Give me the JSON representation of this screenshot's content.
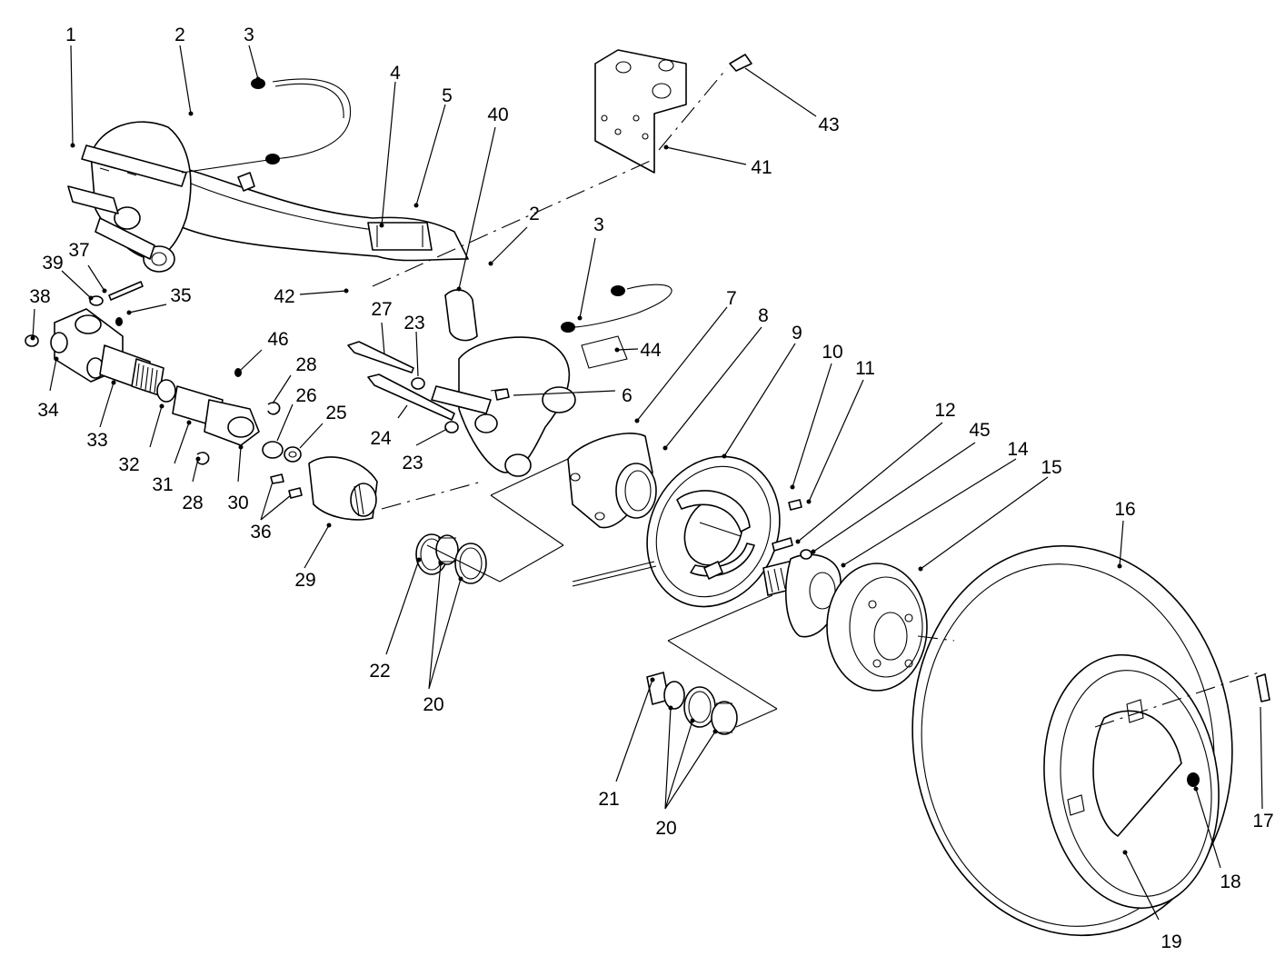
{
  "callouts": [
    {
      "id": "c1",
      "label": "1"
    },
    {
      "id": "c2a",
      "label": "2"
    },
    {
      "id": "c3a",
      "label": "3"
    },
    {
      "id": "c4",
      "label": "4"
    },
    {
      "id": "c5",
      "label": "5"
    },
    {
      "id": "c40",
      "label": "40"
    },
    {
      "id": "c43",
      "label": "43"
    },
    {
      "id": "c41",
      "label": "41"
    },
    {
      "id": "c2b",
      "label": "2"
    },
    {
      "id": "c3b",
      "label": "3"
    },
    {
      "id": "c42",
      "label": "42"
    },
    {
      "id": "c37",
      "label": "37"
    },
    {
      "id": "c39",
      "label": "39"
    },
    {
      "id": "c38",
      "label": "38"
    },
    {
      "id": "c35",
      "label": "35"
    },
    {
      "id": "c34",
      "label": "34"
    },
    {
      "id": "c33",
      "label": "33"
    },
    {
      "id": "c32",
      "label": "32"
    },
    {
      "id": "c31",
      "label": "31"
    },
    {
      "id": "c28a",
      "label": "28"
    },
    {
      "id": "c30",
      "label": "30"
    },
    {
      "id": "c46",
      "label": "46"
    },
    {
      "id": "c28b",
      "label": "28"
    },
    {
      "id": "c26",
      "label": "26"
    },
    {
      "id": "c25",
      "label": "25"
    },
    {
      "id": "c36",
      "label": "36"
    },
    {
      "id": "c29",
      "label": "29"
    },
    {
      "id": "c27",
      "label": "27"
    },
    {
      "id": "c23a",
      "label": "23"
    },
    {
      "id": "c24",
      "label": "24"
    },
    {
      "id": "c23b",
      "label": "23"
    },
    {
      "id": "c44",
      "label": "44"
    },
    {
      "id": "c6",
      "label": "6"
    },
    {
      "id": "c7",
      "label": "7"
    },
    {
      "id": "c8",
      "label": "8"
    },
    {
      "id": "c9",
      "label": "9"
    },
    {
      "id": "c10",
      "label": "10"
    },
    {
      "id": "c11",
      "label": "11"
    },
    {
      "id": "c12",
      "label": "12"
    },
    {
      "id": "c45",
      "label": "45"
    },
    {
      "id": "c14",
      "label": "14"
    },
    {
      "id": "c15",
      "label": "15"
    },
    {
      "id": "c16",
      "label": "16"
    },
    {
      "id": "c22",
      "label": "22"
    },
    {
      "id": "c20a",
      "label": "20"
    },
    {
      "id": "c21",
      "label": "21"
    },
    {
      "id": "c20b",
      "label": "20"
    },
    {
      "id": "c17",
      "label": "17"
    },
    {
      "id": "c18",
      "label": "18"
    },
    {
      "id": "c19",
      "label": "19"
    }
  ]
}
